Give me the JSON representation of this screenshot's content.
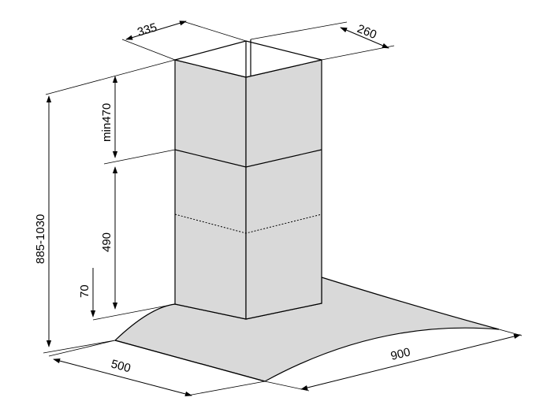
{
  "colors": {
    "hood_fill": "#d9d9d9",
    "stroke": "#000000",
    "background": "#ffffff"
  },
  "dimensions": {
    "chimney_width": "335",
    "chimney_depth": "260",
    "min_upper": "min470",
    "total_height": "885-1030",
    "lower_chimney": "490",
    "canopy_height": "70",
    "hood_depth": "500",
    "hood_width": "900"
  }
}
